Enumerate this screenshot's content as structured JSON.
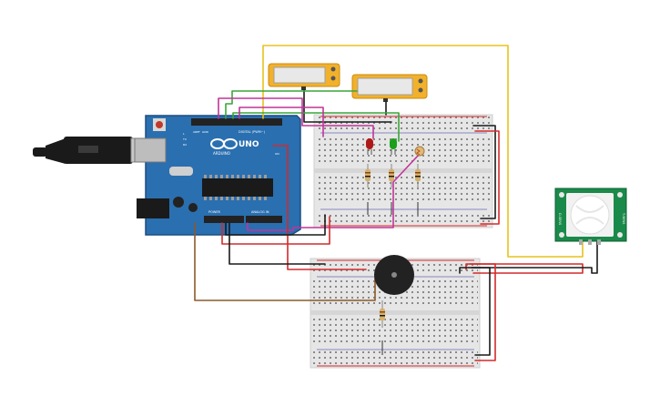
{
  "board": {
    "logo": "UNO",
    "brand": "ARDUINO",
    "header_label": "DIGITAL (PWM~)",
    "power_label": "POWER",
    "analog_label": "ANALOG IN",
    "aref_label": "AREF",
    "gnd_label": "GND",
    "tx_label": "TX",
    "rx_label": "RX",
    "on_label": "ON",
    "l_label": "L"
  },
  "pir_sensor": {
    "left_pins": "D-SENS",
    "right_pins": "T-SENS"
  },
  "colors": {
    "board": "#2a6fb0",
    "breadboard": "#e6e6e6",
    "wire_black": "#1a1a1a",
    "wire_red": "#d42a2a",
    "wire_yellow": "#e8c21c",
    "wire_green": "#3aa63a",
    "wire_magenta": "#c2349a",
    "wire_brown": "#8b5a2b",
    "led_red": "#b01818",
    "led_green": "#1aa01a",
    "buzzer": "#222222",
    "lcd_frame": "#f2b12b",
    "lcd_screen": "#e8e8e8"
  }
}
